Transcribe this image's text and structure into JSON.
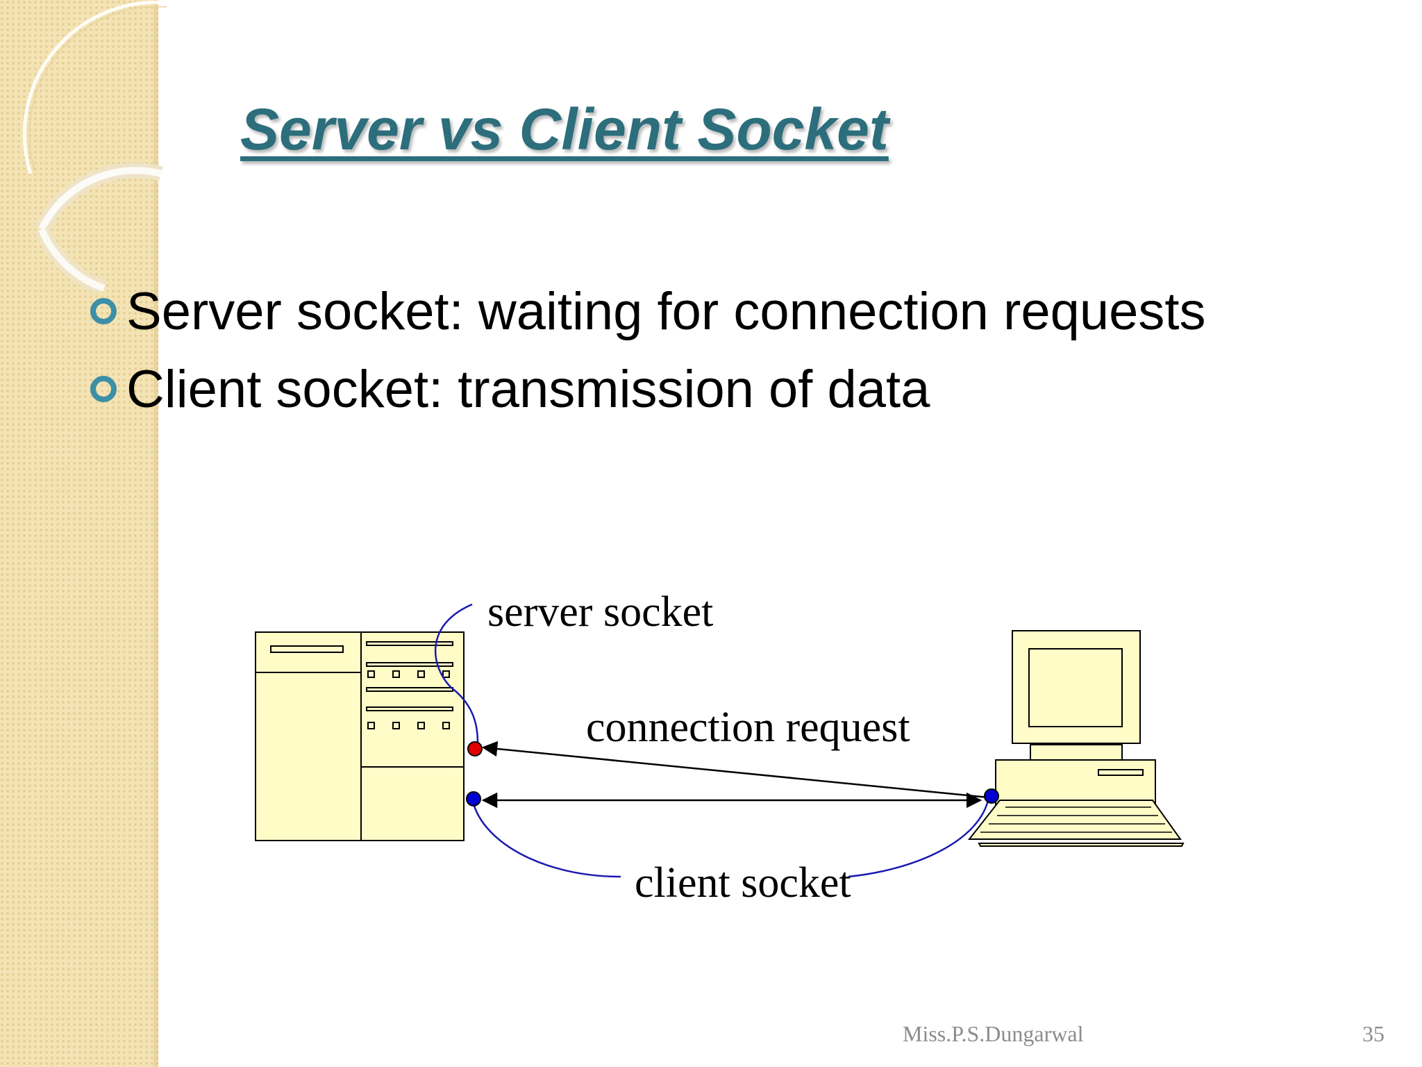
{
  "title": "Server vs Client Socket",
  "bullets": [
    "Server socket: waiting for connection requests",
    "Client socket: transmission of data"
  ],
  "diagram": {
    "server_socket_label": "server socket",
    "connection_request_label": "connection request",
    "client_socket_label": "client socket"
  },
  "colors": {
    "title": "#2c6e7c",
    "bullet_marker": "#3c8fa6",
    "device_fill": "#fffcc8",
    "server_socket_dot": "#e00000",
    "client_socket_dot": "#0000d0",
    "callout_line": "#1a1ab0"
  },
  "footer": {
    "author": "Miss.P.S.Dungarwal",
    "page": "35"
  }
}
